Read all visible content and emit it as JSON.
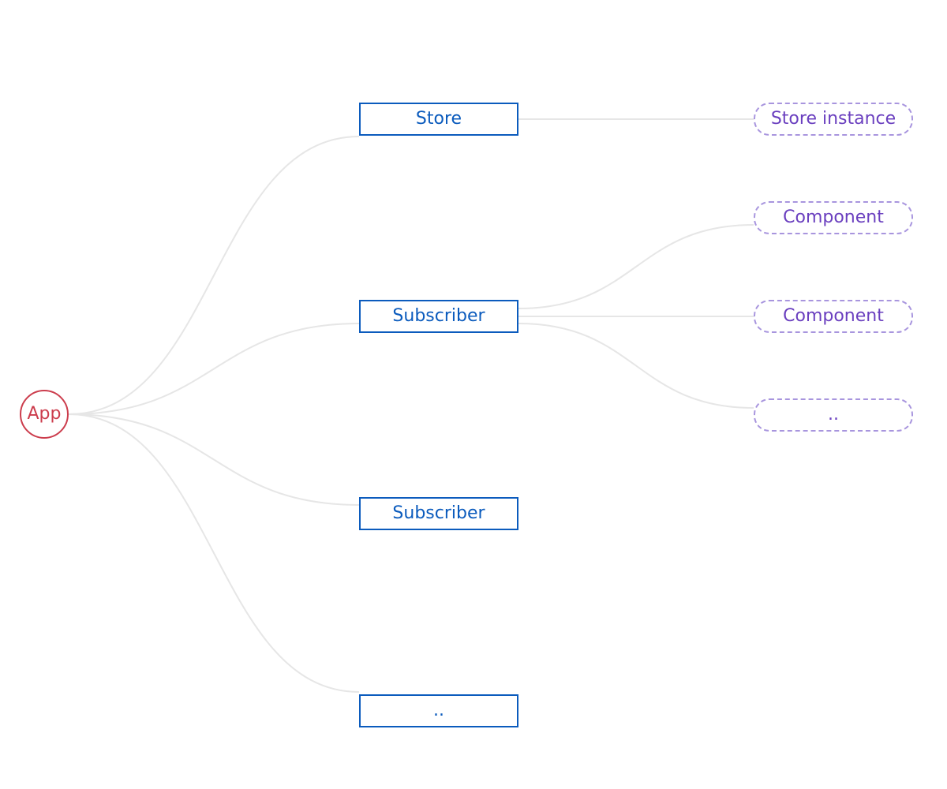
{
  "diagram": {
    "root": {
      "id": "app",
      "label": "App"
    },
    "level1": [
      {
        "id": "store",
        "label": "Store"
      },
      {
        "id": "subscriber-1",
        "label": "Subscriber"
      },
      {
        "id": "subscriber-2",
        "label": "Subscriber"
      },
      {
        "id": "more-1",
        "label": ".."
      }
    ],
    "level2": [
      {
        "id": "store-instance",
        "label": "Store instance",
        "parent": "store"
      },
      {
        "id": "component-1",
        "label": "Component",
        "parent": "subscriber-1"
      },
      {
        "id": "component-2",
        "label": "Component",
        "parent": "subscriber-1"
      },
      {
        "id": "more-2",
        "label": "..",
        "parent": "subscriber-1"
      }
    ],
    "colors": {
      "edge": "#e6e6e6",
      "root": "#cc3d4d",
      "level1": "#0b5bbd",
      "level2_text": "#6a3fbf",
      "level2_border": "#a895de"
    }
  }
}
